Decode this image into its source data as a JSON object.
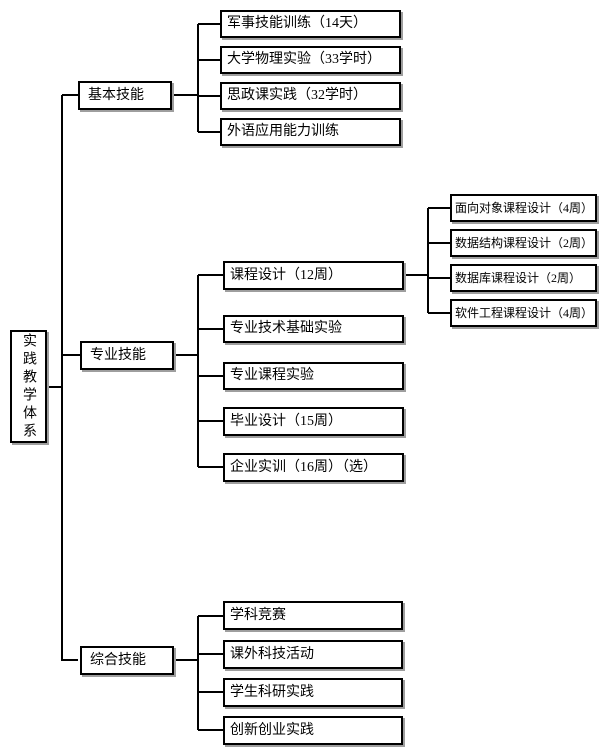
{
  "diagram": {
    "title_node": "实践教学体系",
    "colors": {
      "line": "#000000",
      "box_border": "#000000",
      "box_shadow": "#9e9e9e",
      "background": "#ffffff",
      "text": "#000000"
    },
    "branches": [
      {
        "label": "基本技能",
        "children": [
          {
            "label": "军事技能训练（14天）"
          },
          {
            "label": "大学物理实验（33学时）"
          },
          {
            "label": "思政课实践（32学时）"
          },
          {
            "label": "外语应用能力训练"
          }
        ]
      },
      {
        "label": "专业技能",
        "children": [
          {
            "label": "课程设计（12周）",
            "children": [
              {
                "label": "面向对象课程设计（4周）"
              },
              {
                "label": "数据结构课程设计（2周）"
              },
              {
                "label": "数据库课程设计（2周）"
              },
              {
                "label": "软件工程课程设计（4周）"
              }
            ]
          },
          {
            "label": "专业技术基础实验"
          },
          {
            "label": "专业课程实验"
          },
          {
            "label": "毕业设计（15周）"
          },
          {
            "label": "企业实训（16周）（选）"
          }
        ]
      },
      {
        "label": "综合技能",
        "children": [
          {
            "label": "学科竞赛"
          },
          {
            "label": "课外科技活动"
          },
          {
            "label": "学生科研实践"
          },
          {
            "label": "创新创业实践"
          }
        ]
      }
    ]
  }
}
